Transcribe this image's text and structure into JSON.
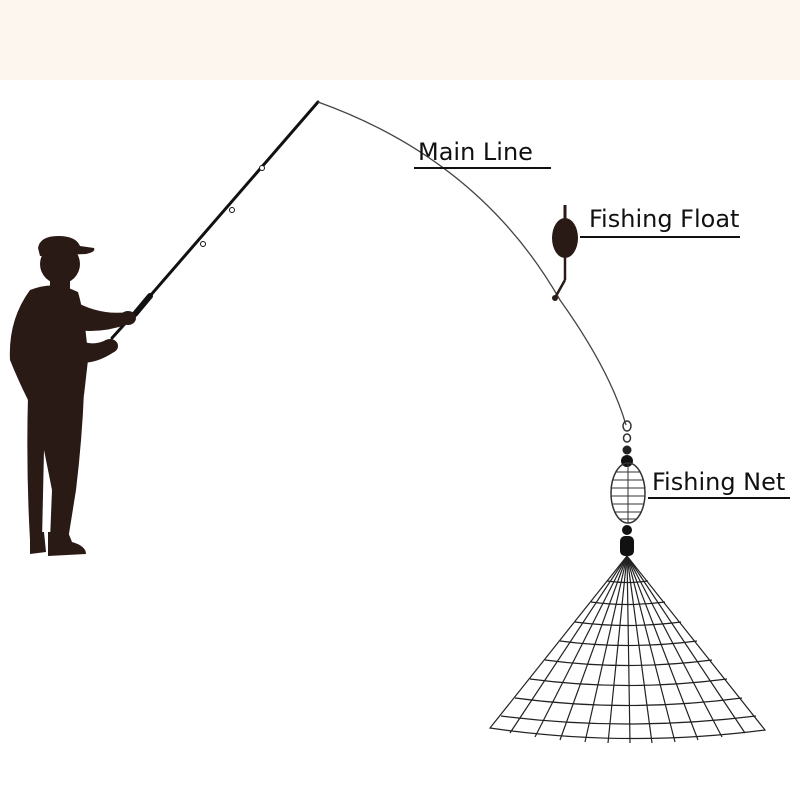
{
  "labels": {
    "main_line": "Main Line",
    "fishing_float": "Fishing Float",
    "fishing_net": "Fishing Net"
  },
  "colors": {
    "silhouette": "#2a1a16",
    "line": "#111111",
    "background_band": "#fdf6ee"
  },
  "icons": [
    "fisherman-silhouette",
    "fishing-rod",
    "fishing-float",
    "net-cage",
    "cast-net"
  ]
}
